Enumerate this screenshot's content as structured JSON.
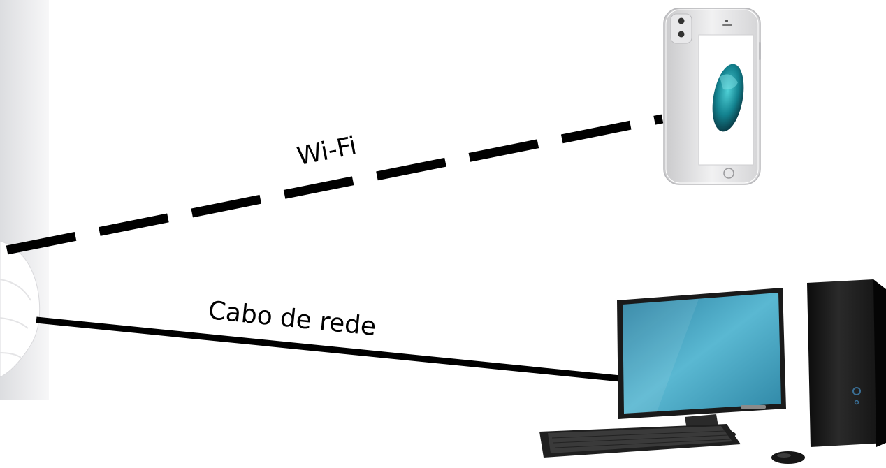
{
  "diagram": {
    "connections": [
      {
        "id": "wifi",
        "label": "Wi-Fi",
        "style": "dashed"
      },
      {
        "id": "ethernet",
        "label": "Cabo de rede",
        "style": "solid"
      }
    ],
    "devices": [
      {
        "id": "router",
        "icon": "router-icon"
      },
      {
        "id": "smartphone",
        "icon": "smartphone-icon"
      },
      {
        "id": "desktop",
        "icon": "desktop-computer-icon"
      }
    ],
    "colors": {
      "line": "#000000",
      "monitor_screen": "#3fa3c2",
      "phone_body": "#e6e6e6",
      "tower": "#151515"
    }
  }
}
